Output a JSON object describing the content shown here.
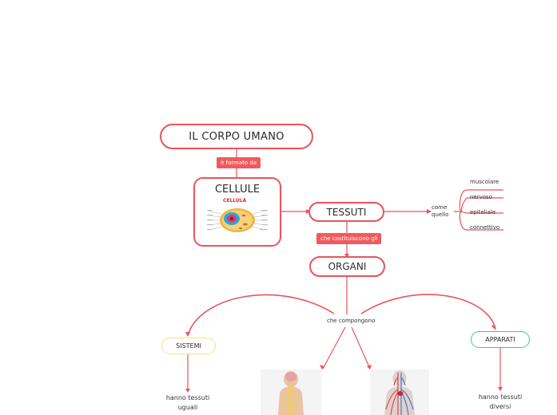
{
  "main_topic": "IL CORPO UMANO",
  "link_formed_by": "è formato da",
  "cellule": {
    "title": "CELLULE",
    "image_caption": "CELLULA"
  },
  "tessuti": "TESSUTI",
  "link_constitute": "che costituiscono gli",
  "organi": "ORGANI",
  "link_compose": "che compongono",
  "link_like": "come quello",
  "tissue_types": [
    "muscolare",
    "nervoso",
    "epiteliale",
    "connettivo"
  ],
  "sistemi": "SISTEMI",
  "apparati": "APPARATI",
  "sistemi_note": "hanno tessuti uguali",
  "apparati_note": "hanno tessuti diversi",
  "colors": {
    "accent_red": "#e8545c",
    "sistemi_border": "#f3e48a",
    "apparati_border": "#3cc7a2"
  }
}
